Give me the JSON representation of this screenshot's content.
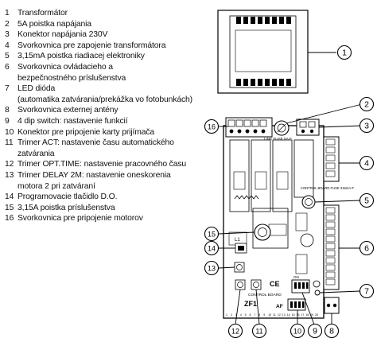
{
  "legend": [
    {
      "num": "1",
      "text": "Transformátor"
    },
    {
      "num": "2",
      "text": "5A poistka napájania"
    },
    {
      "num": "3",
      "text": "Konektor napájania 230V"
    },
    {
      "num": "4",
      "text": "Svorkovnica pre zapojenie transformátora"
    },
    {
      "num": "5",
      "text": "3,15mA poistka riadiacej elektroniky"
    },
    {
      "num": "6",
      "text": "Svorkovnica ovládacieho a\nbezpečnostného príslušenstva"
    },
    {
      "num": "7",
      "text": "LED dióda\n(automatika zatvárania/prekážka vo fotobunkách)"
    },
    {
      "num": "8",
      "text": "Svorkovnica externej antény"
    },
    {
      "num": "9",
      "text": "4 dip switch: nastavenie funkcií"
    },
    {
      "num": "10",
      "text": "Konektor pre pripojenie karty prijímača"
    },
    {
      "num": "11",
      "text": "Trimer ACT: nastavenie času automatického\nzatvárania"
    },
    {
      "num": "12",
      "text": "Trimer OPT.TIME: nastavenie pracovného času"
    },
    {
      "num": "13",
      "text": "Trimer DELAY 2M: nastavenie oneskorenia\nmotora 2 pri zatváraní"
    },
    {
      "num": "14",
      "text": "Programovacie tlačidlo D.O."
    },
    {
      "num": "15",
      "text": "3,15A poistka príslušenstva"
    },
    {
      "num": "16",
      "text": "Svorkovnica pre pripojenie motorov"
    }
  ],
  "board_labels": {
    "line_fuse": "LINE FUSE 5A-F",
    "control_fuse": "CONTROL BOARD\nFUSE 315mA-F",
    "control_board": "CONTROL BOARD",
    "model": "ZF1",
    "ce": "CE",
    "af": "AF",
    "on": "ON",
    "terminal_numbers": [
      "1",
      "2",
      "3",
      "4",
      "5",
      "6",
      "7",
      "8",
      "9",
      "10",
      "11",
      "12",
      "13",
      "14",
      "15",
      "16",
      "17",
      "18",
      "19",
      "20"
    ]
  },
  "callouts": [
    "1",
    "2",
    "3",
    "4",
    "5",
    "6",
    "7",
    "8",
    "9",
    "10",
    "11",
    "12",
    "13",
    "14",
    "15",
    "16"
  ]
}
